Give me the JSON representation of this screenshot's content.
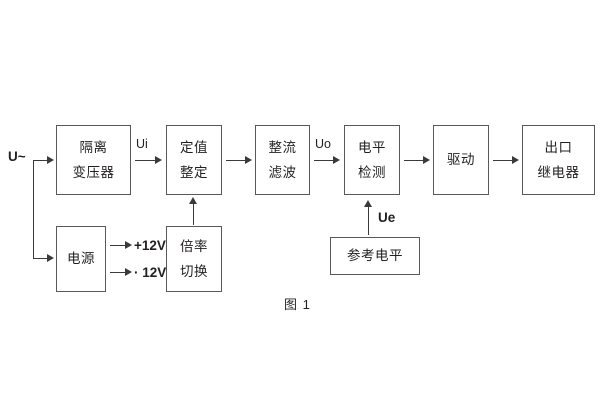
{
  "figure": {
    "caption": "图 1",
    "background_color": "#ffffff",
    "line_color": "#595959",
    "text_color": "#231f20"
  },
  "blocks": [
    {
      "id": "isolation-transformer",
      "lines": [
        "隔离",
        "变压器"
      ]
    },
    {
      "id": "setting-value",
      "lines": [
        "定值",
        "整定"
      ]
    },
    {
      "id": "rectify-filter",
      "lines": [
        "整流",
        "滤波"
      ]
    },
    {
      "id": "level-detection",
      "lines": [
        "电平",
        "检测"
      ]
    },
    {
      "id": "drive",
      "lines": [
        "驱动"
      ]
    },
    {
      "id": "output-relay",
      "lines": [
        "出口",
        "继电器"
      ]
    },
    {
      "id": "power-supply",
      "lines": [
        "电源"
      ]
    },
    {
      "id": "multiplier-switch",
      "lines": [
        "倍率",
        "切换"
      ]
    },
    {
      "id": "reference-level",
      "lines": [
        "参考电平"
      ]
    }
  ],
  "labels": {
    "input_source": "U~",
    "ui": "Ui",
    "uo": "Uo",
    "ue": "Ue",
    "rail_positive": "+12V",
    "rail_negative": "· 12V"
  }
}
